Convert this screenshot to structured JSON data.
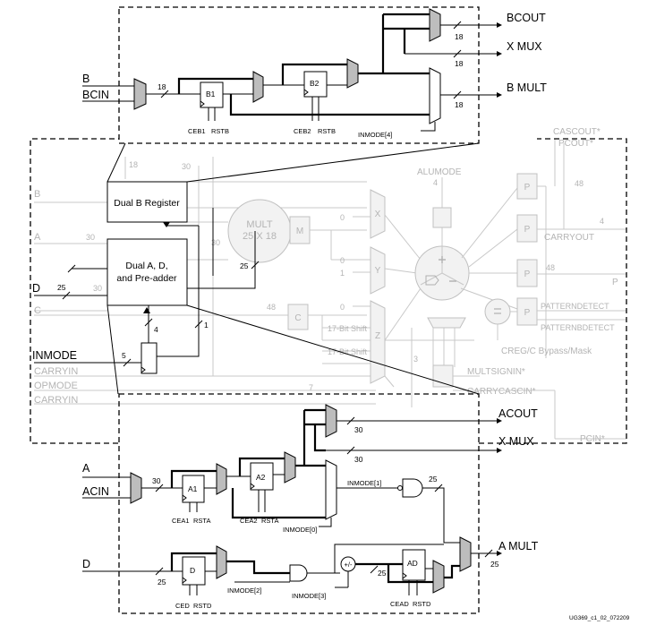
{
  "top": {
    "outputs": {
      "bcout": "BCOUT",
      "xmux": "X MUX",
      "bmult": "B MULT"
    },
    "inputs": {
      "b": "B",
      "bcin": "BCIN"
    },
    "widths": {
      "w18_in": "18",
      "w18_bcout": "18",
      "w18_xmux": "18",
      "w18_bmult": "18"
    },
    "regs": {
      "b1": "B1",
      "b2": "B2"
    },
    "controls": {
      "ceb1": "CEB1",
      "rstb1": "RSTB",
      "ceb2": "CEB2",
      "rstb2": "RSTB",
      "inmode4": "INMODE[4]"
    }
  },
  "middle": {
    "dual_b": "Dual B Register",
    "dual_ad": [
      "Dual A, D,",
      "and Pre-adder"
    ],
    "inputs": {
      "b": "B",
      "a": "A",
      "d": "D",
      "c": "C",
      "inmode": "INMODE",
      "carryin1": "CARRYIN",
      "opmode": "OPMODE",
      "carryin2": "CARRYIN"
    },
    "widths": {
      "w18": "18",
      "w30a": "30",
      "w30b": "30",
      "w30c": "30",
      "w30d": "30",
      "w25d": "25",
      "w30e": "30",
      "w25m": "25",
      "w4": "4",
      "w1": "1",
      "w5": "5",
      "w48c": "48",
      "w4alu": "4",
      "w48p": "48",
      "w4co": "4",
      "w48b": "48",
      "w3": "3",
      "w7": "7"
    },
    "mult": [
      "MULT",
      "25 X 18"
    ],
    "m": "M",
    "c_reg": "C",
    "mux_labels": {
      "x": "X",
      "y": "Y",
      "z": "Z"
    },
    "mux_inputs": {
      "x0": "0",
      "y0": "0",
      "y1": "1",
      "z0": "0"
    },
    "shifts": {
      "s1": "17-Bit Shift",
      "s2": "17-Bit Shift"
    },
    "alumode": "ALUMODE",
    "p_regs": [
      "P",
      "P",
      "P",
      "P"
    ],
    "outputs": {
      "cascout": "CASCOUT*",
      "pcout": "PCOUT*",
      "carryout": "CARRYOUT",
      "p": "P",
      "patterndetect": "PATTERNDETECT",
      "patternbdetect": "PATTERNBDETECT",
      "creg": "CREG/C Bypass/Mask",
      "multsignin": "MULTSIGNIN*",
      "carrycascin": "CARRYCASCIN*",
      "pcin": "PCIN*"
    }
  },
  "bottom": {
    "outputs": {
      "acout": "ACOUT",
      "xmux": "X MUX",
      "amult": "A MULT"
    },
    "inputs": {
      "a": "A",
      "acin": "ACIN",
      "d": "D"
    },
    "widths": {
      "w30_acout": "30",
      "w30_xmux": "30",
      "w30_in": "30",
      "w25_gate": "25",
      "w25_d": "25",
      "w25_pa": "25",
      "w25_amult": "25"
    },
    "regs": {
      "a1": "A1",
      "a2": "A2",
      "d": "D",
      "ad": "AD"
    },
    "controls": {
      "cea1": "CEA1",
      "rsta1": "RSTA",
      "cea2": "CEA2",
      "rsta2": "RSTA",
      "ced": "CED",
      "rstd": "RSTD",
      "cead": "CEAD",
      "rstd2": "RSTD",
      "inmode0": "INMODE[0]",
      "inmode1": "INMODE[1]",
      "inmode2": "INMODE[2]",
      "inmode3": "INMODE[3]"
    },
    "preadder_sign": "+/-"
  },
  "footer": {
    "figure_id": "UG369_c1_02_072209"
  }
}
